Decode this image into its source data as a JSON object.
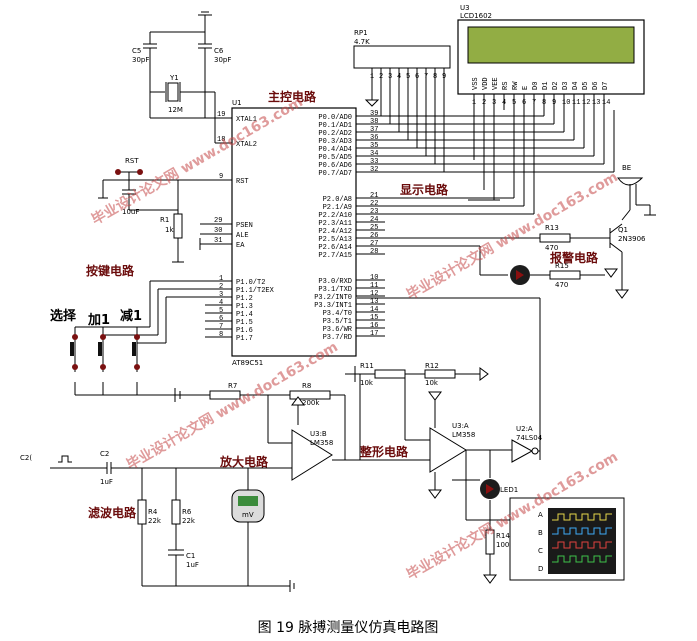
{
  "caption": "图 19  脉搏测量仪仿真电路图",
  "sections": {
    "main": "主控电路",
    "display": "显示电路",
    "key": "按键电路",
    "alarm": "报警电路",
    "amp": "放大电路",
    "shape": "整形电路",
    "filter": "滤波电路"
  },
  "keys": {
    "select": "选择",
    "add": "加1",
    "sub": "减1"
  },
  "mcu": {
    "ref": "U1",
    "part": "AT89C51",
    "left_pins": [
      {
        "n": "19",
        "name": "XTAL1"
      },
      {
        "n": "18",
        "name": "XTAL2"
      },
      {
        "n": "9",
        "name": "RST"
      },
      {
        "n": "29",
        "name": "PSEN"
      },
      {
        "n": "30",
        "name": "ALE"
      },
      {
        "n": "31",
        "name": "EA"
      },
      {
        "n": "1",
        "name": "P1.0/T2"
      },
      {
        "n": "2",
        "name": "P1.1/T2EX"
      },
      {
        "n": "3",
        "name": "P1.2"
      },
      {
        "n": "4",
        "name": "P1.3"
      },
      {
        "n": "5",
        "name": "P1.4"
      },
      {
        "n": "6",
        "name": "P1.5"
      },
      {
        "n": "7",
        "name": "P1.6"
      },
      {
        "n": "8",
        "name": "P1.7"
      }
    ],
    "right_pins": [
      {
        "n": "39",
        "name": "P0.0/AD0"
      },
      {
        "n": "38",
        "name": "P0.1/AD1"
      },
      {
        "n": "37",
        "name": "P0.2/AD2"
      },
      {
        "n": "36",
        "name": "P0.3/AD3"
      },
      {
        "n": "35",
        "name": "P0.4/AD4"
      },
      {
        "n": "34",
        "name": "P0.5/AD5"
      },
      {
        "n": "33",
        "name": "P0.6/AD6"
      },
      {
        "n": "32",
        "name": "P0.7/AD7"
      },
      {
        "n": "21",
        "name": "P2.0/A8"
      },
      {
        "n": "22",
        "name": "P2.1/A9"
      },
      {
        "n": "23",
        "name": "P2.2/A10"
      },
      {
        "n": "24",
        "name": "P2.3/A11"
      },
      {
        "n": "25",
        "name": "P2.4/A12"
      },
      {
        "n": "26",
        "name": "P2.5/A13"
      },
      {
        "n": "27",
        "name": "P2.6/A14"
      },
      {
        "n": "28",
        "name": "P2.7/A15"
      },
      {
        "n": "10",
        "name": "P3.0/RXD"
      },
      {
        "n": "11",
        "name": "P3.1/TXD"
      },
      {
        "n": "12",
        "name": "P3.2/INT0"
      },
      {
        "n": "13",
        "name": "P3.3/INT1"
      },
      {
        "n": "14",
        "name": "P3.4/T0"
      },
      {
        "n": "15",
        "name": "P3.5/T1"
      },
      {
        "n": "16",
        "name": "P3.6/WR"
      },
      {
        "n": "17",
        "name": "P3.7/RD"
      }
    ]
  },
  "lcd": {
    "ref": "U3",
    "part": "LCD1602",
    "pins": [
      {
        "name": "VSS",
        "n": "1"
      },
      {
        "name": "VDD",
        "n": "2"
      },
      {
        "name": "VEE",
        "n": "3"
      },
      {
        "name": "RS",
        "n": "4"
      },
      {
        "name": "RW",
        "n": "5"
      },
      {
        "name": "E",
        "n": "6"
      },
      {
        "name": "D0",
        "n": "7"
      },
      {
        "name": "D1",
        "n": "8"
      },
      {
        "name": "D2",
        "n": "9"
      },
      {
        "name": "D3",
        "n": "10"
      },
      {
        "name": "D4",
        "n": "11"
      },
      {
        "name": "D5",
        "n": "12"
      },
      {
        "name": "D6",
        "n": "13"
      },
      {
        "name": "D7",
        "n": "14"
      }
    ]
  },
  "rp1": {
    "ref": "RP1",
    "value": "4.7K",
    "pins": [
      "1",
      "2",
      "3",
      "4",
      "5",
      "6",
      "7",
      "8",
      "9"
    ]
  },
  "components": {
    "c5": "C5",
    "c5v": "30pF",
    "c6": "C6",
    "c6v": "30pF",
    "y1": "Y1",
    "y1v": "12M",
    "rst": "RST",
    "c3v": "10uF",
    "r1": "R1",
    "r1v": "1k",
    "be": "BE",
    "r13": "R13",
    "r13v": "470",
    "r15": "R15",
    "r15v": "470",
    "q1": "Q1",
    "q1v": "2N3906",
    "r7": "R7",
    "r8": "R8",
    "r8v": "200k",
    "r11": "R11",
    "r11v": "10k",
    "r12": "R12",
    "r12v": "10k",
    "u3b": "U3:B",
    "u3bp": "LM358",
    "u3a": "U3:A",
    "u3ap": "LM358",
    "u2a": "U2:A",
    "u2ap": "74LS04",
    "c2": "C2",
    "c2v": "1uF",
    "c2in": "C2(",
    "r4": "R4",
    "r4v": "22k",
    "r6": "R6",
    "r6v": "22k",
    "c1": "C1",
    "c1v": "1uF",
    "led1": "LED1",
    "r14": "R14",
    "r14v": "100",
    "mv": "mV",
    "scope": [
      "A",
      "B",
      "C",
      "D"
    ]
  },
  "watermark": "毕业设计论文网 www.doc163.com"
}
